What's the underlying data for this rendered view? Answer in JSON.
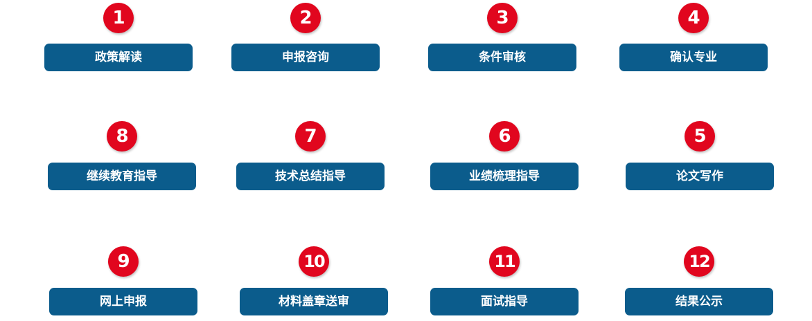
{
  "steps": [
    {
      "number": "1",
      "label": "政策解读"
    },
    {
      "number": "2",
      "label": "申报咨询"
    },
    {
      "number": "3",
      "label": "条件审核"
    },
    {
      "number": "4",
      "label": "确认专业"
    },
    {
      "number": "5",
      "label": "论文写作"
    },
    {
      "number": "6",
      "label": "业绩梳理指导"
    },
    {
      "number": "7",
      "label": "技术总结指导"
    },
    {
      "number": "8",
      "label": "继续教育指导"
    },
    {
      "number": "9",
      "label": "网上申报"
    },
    {
      "number": "10",
      "label": "材料盖章送审"
    },
    {
      "number": "11",
      "label": "面试指导"
    },
    {
      "number": "12",
      "label": "结果公示"
    }
  ],
  "colors": {
    "badge": "#e1061e",
    "label_bg": "#0b5c8c",
    "text": "#ffffff"
  }
}
